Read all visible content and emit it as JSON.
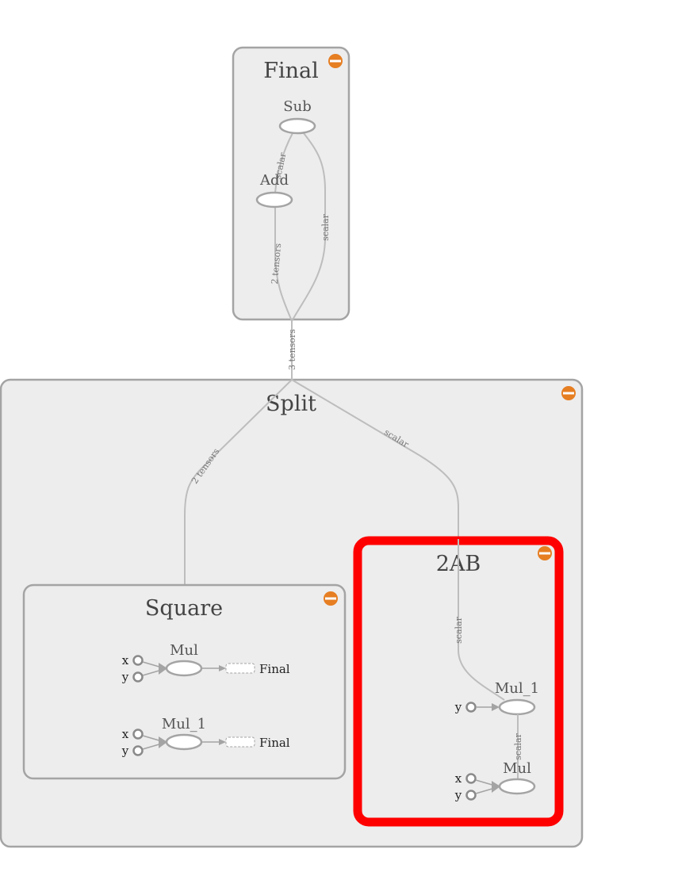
{
  "graph": {
    "final": {
      "title": "Final",
      "sub_label": "Sub",
      "add_label": "Add",
      "edge_sub_add": "scalar",
      "edge_sub_out": "scalar",
      "edge_add_out": "2 tensors"
    },
    "edge_split_final": "3 tensors",
    "split": {
      "title": "Split",
      "edge_to_square": "2 tensors",
      "edge_to_2ab": "scalar"
    },
    "square": {
      "title": "Square",
      "mul_label": "Mul",
      "mul1_label": "Mul_1",
      "port_x": "x",
      "port_y": "y",
      "ref_label": "Final"
    },
    "two_ab": {
      "title": "2AB",
      "mul1_label": "Mul_1",
      "mul_label": "Mul",
      "edge_in": "scalar",
      "edge_mul_mul1": "scalar",
      "port_x": "x",
      "port_y": "y",
      "highlight_color": "#ff0000"
    },
    "colors": {
      "group_fill": "#ededed",
      "group_stroke": "#a4a4a4",
      "collapse_button": "#e67e22"
    },
    "icons": [
      "collapse-icon"
    ]
  }
}
